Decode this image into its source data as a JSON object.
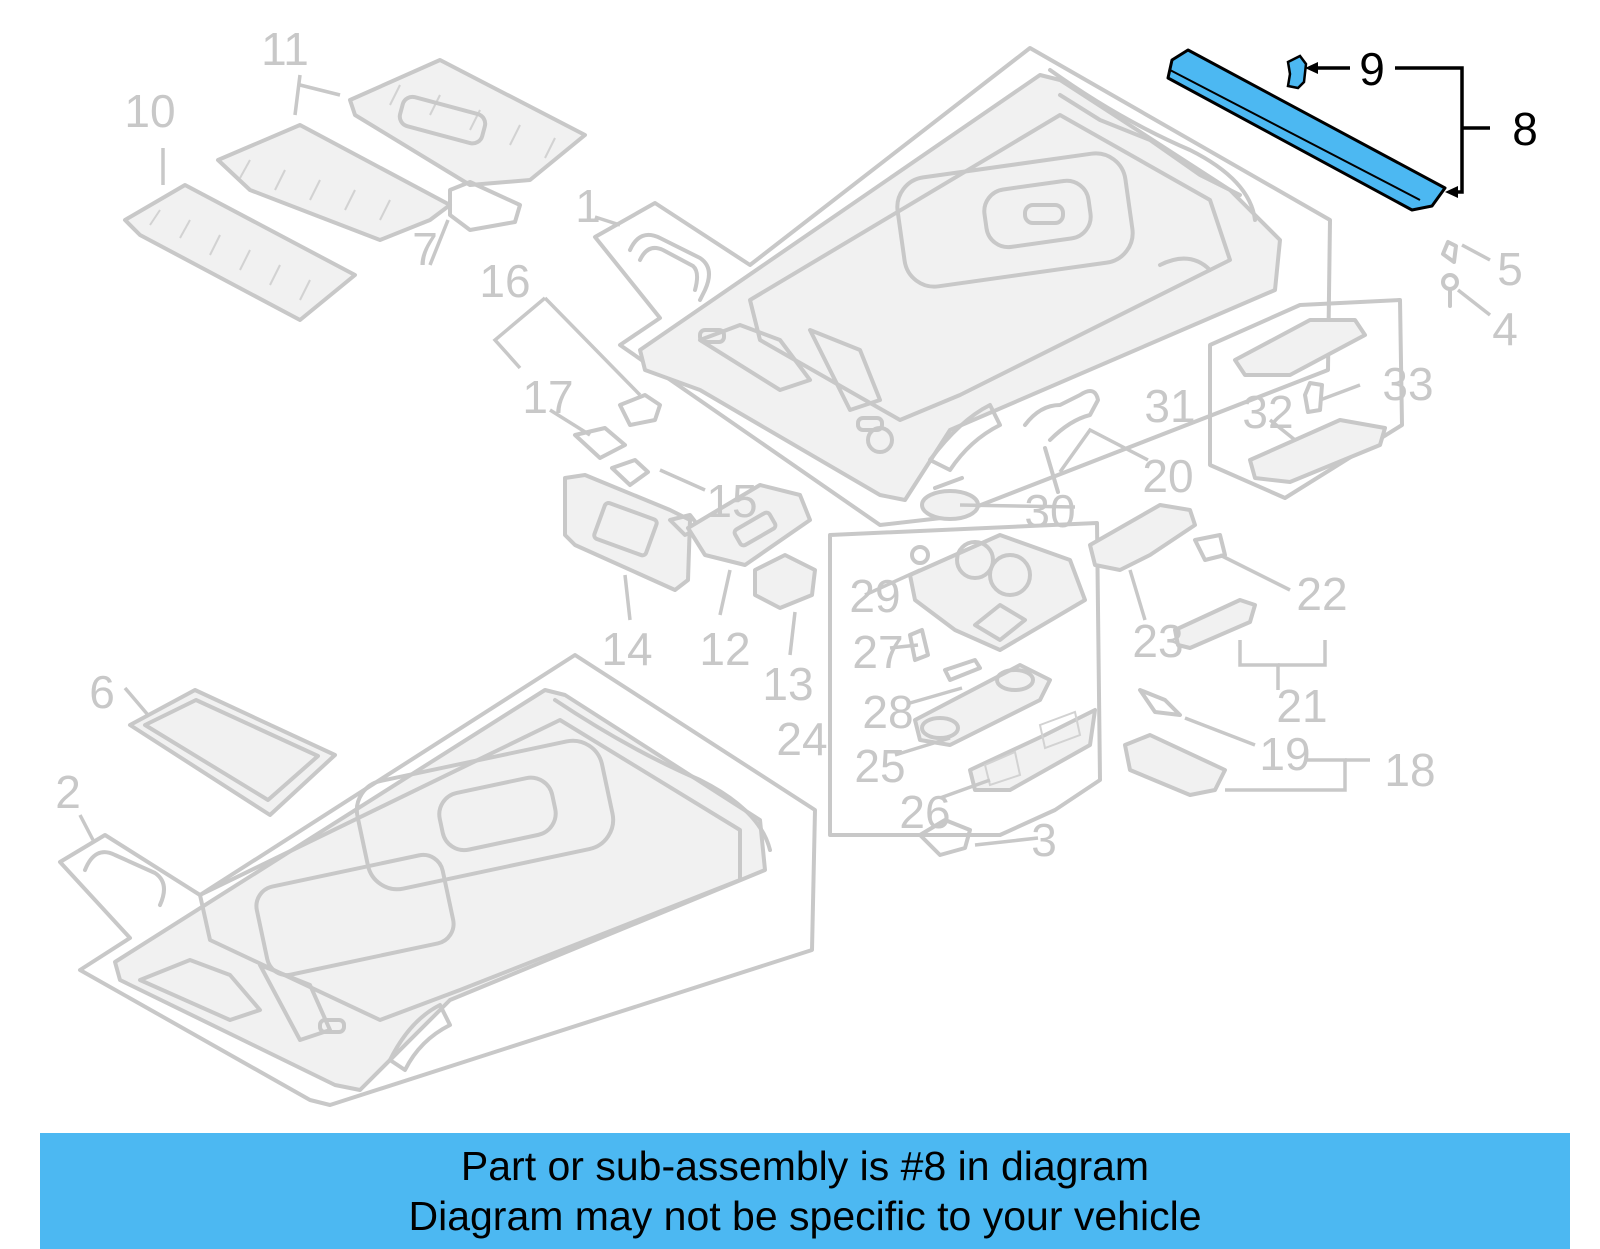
{
  "diagram": {
    "highlighted_part": "8",
    "highlight_color": "#4cb8f2",
    "part_color": "#c8c8c8",
    "callouts": {
      "c1": "1",
      "c2": "2",
      "c3": "3",
      "c4": "4",
      "c5": "5",
      "c6": "6",
      "c7": "7",
      "c8": "8",
      "c9": "9",
      "c10": "10",
      "c11": "11",
      "c12": "12",
      "c13": "13",
      "c14": "14",
      "c15": "15",
      "c16": "16",
      "c17": "17",
      "c18": "18",
      "c19": "19",
      "c20": "20",
      "c21": "21",
      "c22": "22",
      "c23": "23",
      "c24": "24",
      "c25": "25",
      "c26": "26",
      "c27": "27",
      "c28": "28",
      "c29": "29",
      "c30": "30",
      "c31": "31",
      "c32": "32",
      "c33": "33"
    }
  },
  "banner": {
    "line1": "Part or sub-assembly is #8 in diagram",
    "line2": "Diagram may not be specific to your vehicle",
    "background": "#4cb8f2"
  }
}
